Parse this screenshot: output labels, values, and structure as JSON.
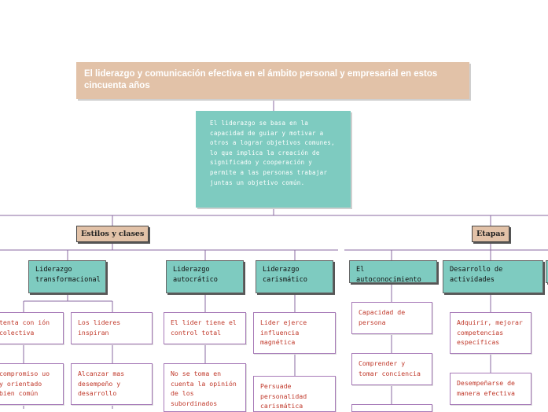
{
  "root": {
    "title": "El liderazgo y comunicación efectiva en el ámbito personal y empresarial en estos cincuenta años"
  },
  "description": {
    "text": "El liderazgo se basa en la capacidad de guiar y motivar a otros a lograr objetivos comunes, lo que implica la creación de significado y cooperación y permite a las personas trabajar juntas un objetivo común."
  },
  "categories": {
    "styles": "Estilos y clases",
    "stages": "Etapas"
  },
  "styles": {
    "transformational": {
      "label": "Liderazgo transformacional",
      "leaves": [
        "tenta con ión colectiva",
        "Los lideres inspiran",
        "compromiso uo y orientado bien común",
        "Alcanzar mas desempeño y desarrollo"
      ]
    },
    "autocratic": {
      "label": "Liderazgo autocrático",
      "leaves": [
        "El lider tiene el control total",
        "No se toma en cuenta la opinión de los subordinados"
      ]
    },
    "charismatic": {
      "label": "Liderazgo carismático",
      "leaves": [
        "Lider ejerce influencia magnética",
        "Persuade personalidad carismática"
      ]
    }
  },
  "stages": {
    "selfknowledge": {
      "label": "El autoconocimiento",
      "leaves": [
        "Capacidad de persona",
        "Comprender y tomar conciencia"
      ]
    },
    "development": {
      "label": "Desarrollo de actividades",
      "leaves": [
        "Adquirir, mejorar competencias específicas",
        "Desempeñarse de manera efectiva"
      ]
    }
  }
}
